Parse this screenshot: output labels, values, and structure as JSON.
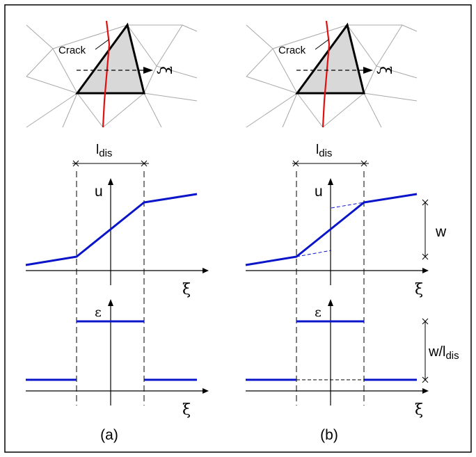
{
  "panels": [
    {
      "id": "a",
      "caption": "(a)",
      "crack_label": "Crack",
      "xi_label": "ξ",
      "length_label_main": "l",
      "length_label_sub": "dis",
      "u_label": "u",
      "epsilon_label": "ε"
    },
    {
      "id": "b",
      "caption": "(b)",
      "crack_label": "Crack",
      "xi_label": "ξ",
      "length_label_main": "l",
      "length_label_sub": "dis",
      "u_label": "u",
      "epsilon_label": "ε",
      "jump_label": "w",
      "strain_jump_label_main": "w/l",
      "strain_jump_label_sub": "dis"
    }
  ],
  "colors": {
    "displacement_curve": "#0a14c8",
    "crack": "#e01010",
    "mesh": "#a8a8a8",
    "element_fill": "#d8d8d8",
    "frame": "#000000"
  }
}
